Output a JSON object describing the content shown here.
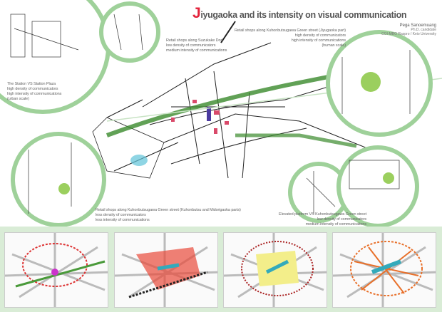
{
  "header": {
    "title_initial": "J",
    "title_rest": "iyugaoka and its intensity on visual communication",
    "author": "Pega Sanoemuang",
    "role": "Ph.D. candidate",
    "affiliation": "COI-MBO Raspro / Keio University"
  },
  "captions": {
    "station": [
      "The Station VS Station Plaza",
      "high density of communicators",
      "high intensity of communications",
      "(urban scale)"
    ],
    "suzukake": [
      "Retail shops along Suzukake Dori",
      "low density of communicators",
      "medium intensity of communications"
    ],
    "jiyugaoka_part": [
      "Retail shops along Kuhonbutsugawa Green street (Jiyugaoka part)",
      "high density of communicators",
      "high intensity of communications",
      "(human scale)"
    ],
    "kuhonbutsu_part": [
      "Retail shops along Kuhonbutsugawa Green street (Kuhonbutsu and Midorigaoka parts)",
      "less density of communicators",
      "less intensity of communications"
    ],
    "elevated": [
      "Elevated platform VS Kuhonbutsugawa Green street",
      "low density of communicators",
      "medium intensity of communications"
    ]
  },
  "colors": {
    "accent": "#e3223b",
    "circle": "#9fd19a",
    "band": "#d9ecd6"
  }
}
